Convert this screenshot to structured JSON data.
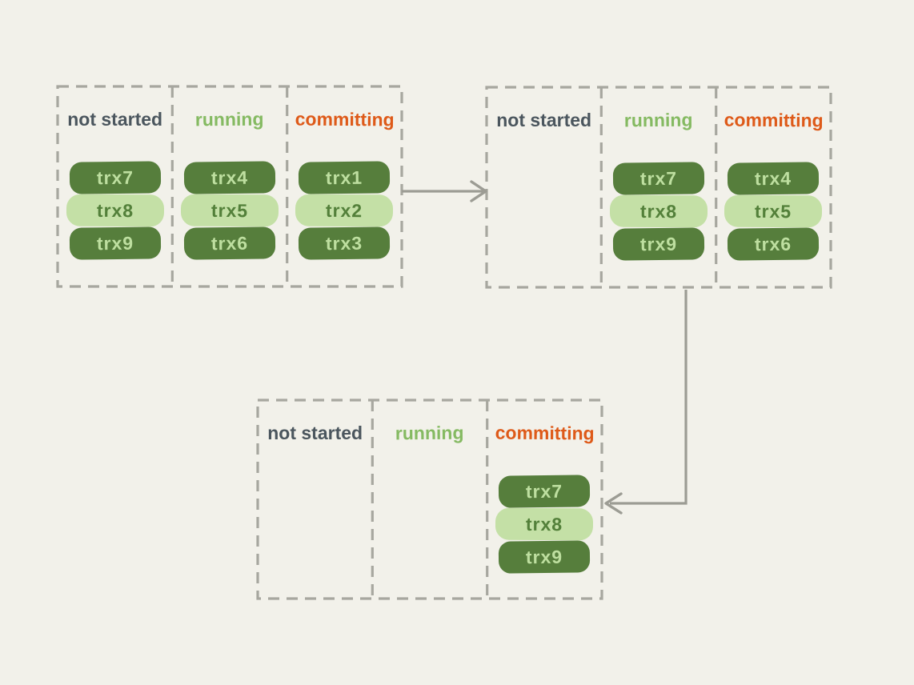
{
  "colors": {
    "background": "#f2f1ea",
    "dash_gray": "#a7a79f",
    "arrow_gray": "#9c9c94",
    "not_started_label": "#4b565e",
    "running_label": "#85ba62",
    "committing_label": "#de5a19",
    "pill_dark_bg": "#567e3c",
    "pill_dark_text": "#bedfa0",
    "pill_light_bg": "#c4e0a6",
    "pill_light_text": "#53803a"
  },
  "panels": [
    {
      "name": "stage-1",
      "columns": [
        {
          "state": "not-started",
          "label": "not started",
          "pills": [
            {
              "text": "trx7",
              "variant": "dark"
            },
            {
              "text": "trx8",
              "variant": "light"
            },
            {
              "text": "trx9",
              "variant": "dark"
            }
          ]
        },
        {
          "state": "running",
          "label": "running",
          "pills": [
            {
              "text": "trx4",
              "variant": "dark"
            },
            {
              "text": "trx5",
              "variant": "light"
            },
            {
              "text": "trx6",
              "variant": "dark"
            }
          ]
        },
        {
          "state": "committing",
          "label": "committing",
          "pills": [
            {
              "text": "trx1",
              "variant": "dark"
            },
            {
              "text": "trx2",
              "variant": "light"
            },
            {
              "text": "trx3",
              "variant": "dark"
            }
          ]
        }
      ]
    },
    {
      "name": "stage-2",
      "columns": [
        {
          "state": "not-started",
          "label": "not started",
          "pills": []
        },
        {
          "state": "running",
          "label": "running",
          "pills": [
            {
              "text": "trx7",
              "variant": "dark"
            },
            {
              "text": "trx8",
              "variant": "light"
            },
            {
              "text": "trx9",
              "variant": "dark"
            }
          ]
        },
        {
          "state": "committing",
          "label": "committing",
          "pills": [
            {
              "text": "trx4",
              "variant": "dark"
            },
            {
              "text": "trx5",
              "variant": "light"
            },
            {
              "text": "trx6",
              "variant": "dark"
            }
          ]
        }
      ]
    },
    {
      "name": "stage-3",
      "columns": [
        {
          "state": "not-started",
          "label": "not started",
          "pills": []
        },
        {
          "state": "running",
          "label": "running",
          "pills": []
        },
        {
          "state": "committing",
          "label": "committing",
          "pills": [
            {
              "text": "trx7",
              "variant": "dark"
            },
            {
              "text": "trx8",
              "variant": "light"
            },
            {
              "text": "trx9",
              "variant": "dark"
            }
          ]
        }
      ]
    }
  ],
  "arrows": [
    {
      "name": "stage1-to-stage2",
      "direction": "right"
    },
    {
      "name": "stage2-to-stage3",
      "direction": "down-then-left"
    }
  ]
}
